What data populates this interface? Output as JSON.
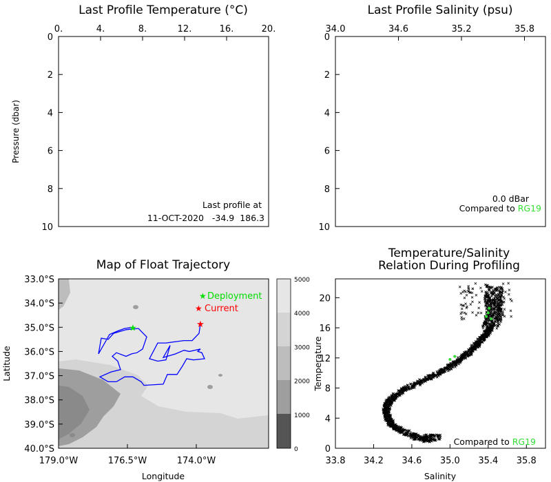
{
  "colors": {
    "deployment": "#00dd00",
    "current": "#ff0000",
    "track": "#0000ff",
    "reference": "#33dd33",
    "ts_points": "#000000"
  },
  "chart_data": [
    {
      "type": "line",
      "title": "Last Profile Temperature (°C)",
      "xlim": [
        0,
        20
      ],
      "ylim": [
        10,
        0
      ],
      "inverted_y": true,
      "x_ticks": [
        "0.",
        "4.",
        "8.",
        "12.",
        "16.",
        "20."
      ],
      "y_ticks": [
        "0",
        "2",
        "4",
        "6",
        "8",
        "10"
      ],
      "ylabel": "Pressure (dbar)",
      "annotation": [
        "Last profile at",
        "11-OCT-2020   -34.9  186.3"
      ],
      "series": []
    },
    {
      "type": "line",
      "title": "Last Profile Salinity (psu)",
      "xlim": [
        34.0,
        36.0
      ],
      "ylim": [
        10,
        0
      ],
      "inverted_y": true,
      "x_ticks": [
        "34.0",
        "34.6",
        "35.2",
        "35.8"
      ],
      "y_ticks": [
        "0",
        "2",
        "4",
        "6",
        "8",
        "10"
      ],
      "annotation": {
        "line1": "0.0 dBar",
        "prefix": "Compared to ",
        "ref": "RG19"
      },
      "series": []
    },
    {
      "type": "map",
      "title": "Map of Float Trajectory",
      "xlabel": "Longitude",
      "ylabel": "Latitude",
      "x_ticks": [
        "179.0°W",
        "176.5°W",
        "174.0°W"
      ],
      "y_ticks": [
        "33.0°S",
        "34.0°S",
        "35.0°S",
        "36.0°S",
        "37.0°S",
        "38.0°S",
        "39.0°S",
        "40.0°S"
      ],
      "lon_range": [
        -179.0,
        -174.0
      ],
      "lat_range": [
        -40.0,
        -33.0
      ],
      "legend": {
        "deployment": "Deployment",
        "current": "Current"
      },
      "colorbar_ticks": [
        "5000",
        "4000",
        "3000",
        "2000",
        "1000",
        "0"
      ],
      "deployment": {
        "lon": -176.3,
        "lat": -35.0
      },
      "current": {
        "lon": -173.85,
        "lat": -34.85
      },
      "track": [
        [
          -176.3,
          -35.0
        ],
        [
          -176.6,
          -35.05
        ],
        [
          -176.85,
          -35.15
        ],
        [
          -177.15,
          -35.3
        ],
        [
          -177.35,
          -35.7
        ],
        [
          -177.55,
          -36.1
        ],
        [
          -177.45,
          -35.45
        ],
        [
          -177.2,
          -35.5
        ],
        [
          -177.0,
          -35.25
        ],
        [
          -176.55,
          -35.1
        ],
        [
          -176.1,
          -35.05
        ],
        [
          -175.8,
          -35.4
        ],
        [
          -175.95,
          -35.9
        ],
        [
          -176.15,
          -36.05
        ],
        [
          -176.35,
          -36.1
        ],
        [
          -176.55,
          -36.2
        ],
        [
          -176.9,
          -36.05
        ],
        [
          -177.05,
          -36.2
        ],
        [
          -176.85,
          -36.4
        ],
        [
          -176.75,
          -36.75
        ],
        [
          -177.1,
          -36.85
        ],
        [
          -177.5,
          -37.05
        ],
        [
          -177.2,
          -37.25
        ],
        [
          -176.9,
          -37.25
        ],
        [
          -176.6,
          -37.05
        ],
        [
          -176.3,
          -37.05
        ],
        [
          -176.0,
          -37.25
        ],
        [
          -175.9,
          -37.4
        ],
        [
          -175.2,
          -37.35
        ],
        [
          -175.05,
          -36.95
        ],
        [
          -174.7,
          -36.95
        ],
        [
          -174.5,
          -36.6
        ],
        [
          -174.35,
          -36.3
        ],
        [
          -174.1,
          -36.35
        ],
        [
          -173.7,
          -36.3
        ],
        [
          -173.8,
          -36.05
        ],
        [
          -173.95,
          -36.0
        ],
        [
          -173.85,
          -35.9
        ],
        [
          -174.25,
          -36.0
        ],
        [
          -174.45,
          -35.95
        ],
        [
          -174.75,
          -36.1
        ],
        [
          -175.2,
          -36.25
        ],
        [
          -174.95,
          -35.75
        ],
        [
          -175.1,
          -36.35
        ],
        [
          -175.4,
          -36.4
        ],
        [
          -175.7,
          -36.3
        ],
        [
          -175.4,
          -35.65
        ],
        [
          -175.1,
          -35.65
        ],
        [
          -174.45,
          -35.55
        ],
        [
          -174.15,
          -35.55
        ],
        [
          -173.9,
          -35.25
        ],
        [
          -173.85,
          -34.85
        ]
      ]
    },
    {
      "type": "scatter",
      "title": [
        "Temperature/Salinity",
        "Relation During Profiling"
      ],
      "xlabel": "Salinity",
      "ylabel": "Temperature",
      "xlim": [
        33.8,
        36.0
      ],
      "ylim": [
        0,
        22.5
      ],
      "x_ticks": [
        "33.8",
        "34.2",
        "34.6",
        "35.0",
        "35.4",
        "35.8"
      ],
      "y_ticks": [
        "0",
        "4",
        "8",
        "12",
        "16",
        "20"
      ],
      "annotation": {
        "prefix": "Compared to ",
        "ref": "RG19"
      },
      "curve": [
        [
          34.78,
          1.0
        ],
        [
          34.65,
          1.5
        ],
        [
          34.5,
          2.3
        ],
        [
          34.4,
          3.0
        ],
        [
          34.35,
          4.0
        ],
        [
          34.33,
          5.0
        ],
        [
          34.35,
          6.0
        ],
        [
          34.42,
          7.0
        ],
        [
          34.55,
          8.0
        ],
        [
          34.72,
          9.0
        ],
        [
          34.88,
          10.0
        ],
        [
          35.02,
          11.0
        ],
        [
          35.13,
          12.0
        ],
        [
          35.22,
          13.0
        ],
        [
          35.3,
          14.0
        ],
        [
          35.37,
          15.0
        ],
        [
          35.42,
          16.0
        ],
        [
          35.45,
          17.0
        ],
        [
          35.47,
          18.0
        ],
        [
          35.46,
          19.0
        ],
        [
          35.45,
          20.0
        ],
        [
          35.47,
          21.5
        ]
      ],
      "reference": [
        [
          35.4,
          18.0
        ],
        [
          35.38,
          17.5
        ],
        [
          35.41,
          18.6
        ],
        [
          35.0,
          11.8
        ],
        [
          35.05,
          12.2
        ],
        [
          35.43,
          17.2
        ]
      ]
    }
  ]
}
